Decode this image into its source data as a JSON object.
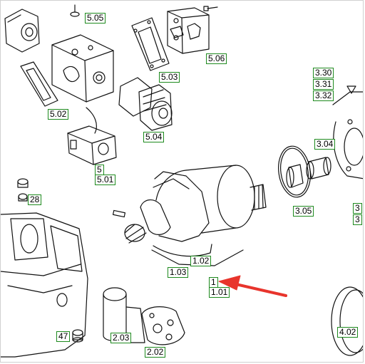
{
  "part_labels": {
    "l_5_05": "5.05",
    "l_5_06": "5.06",
    "l_5_03": "5.03",
    "l_5_02": "5.02",
    "l_5_04": "5.04",
    "l_5": "5",
    "l_5_01": "5.01",
    "l_3_30": "3.30",
    "l_3_31": "3.31",
    "l_3_32": "3.32",
    "l_3_04": "3.04",
    "l_3_05": "3.05",
    "l_3_edge_a": "3",
    "l_3_edge_b": "3",
    "l_28": "28",
    "l_1_02": "1.02",
    "l_1_03": "1.03",
    "l_1": "1",
    "l_1_01": "1.01",
    "l_47": "47",
    "l_2_03": "2.03",
    "l_2_02": "2.02",
    "l_4_02": "4.02"
  },
  "colors": {
    "label_border": "#1e8a1e",
    "pointer_arrow": "#e8342c",
    "line": "#111111"
  }
}
